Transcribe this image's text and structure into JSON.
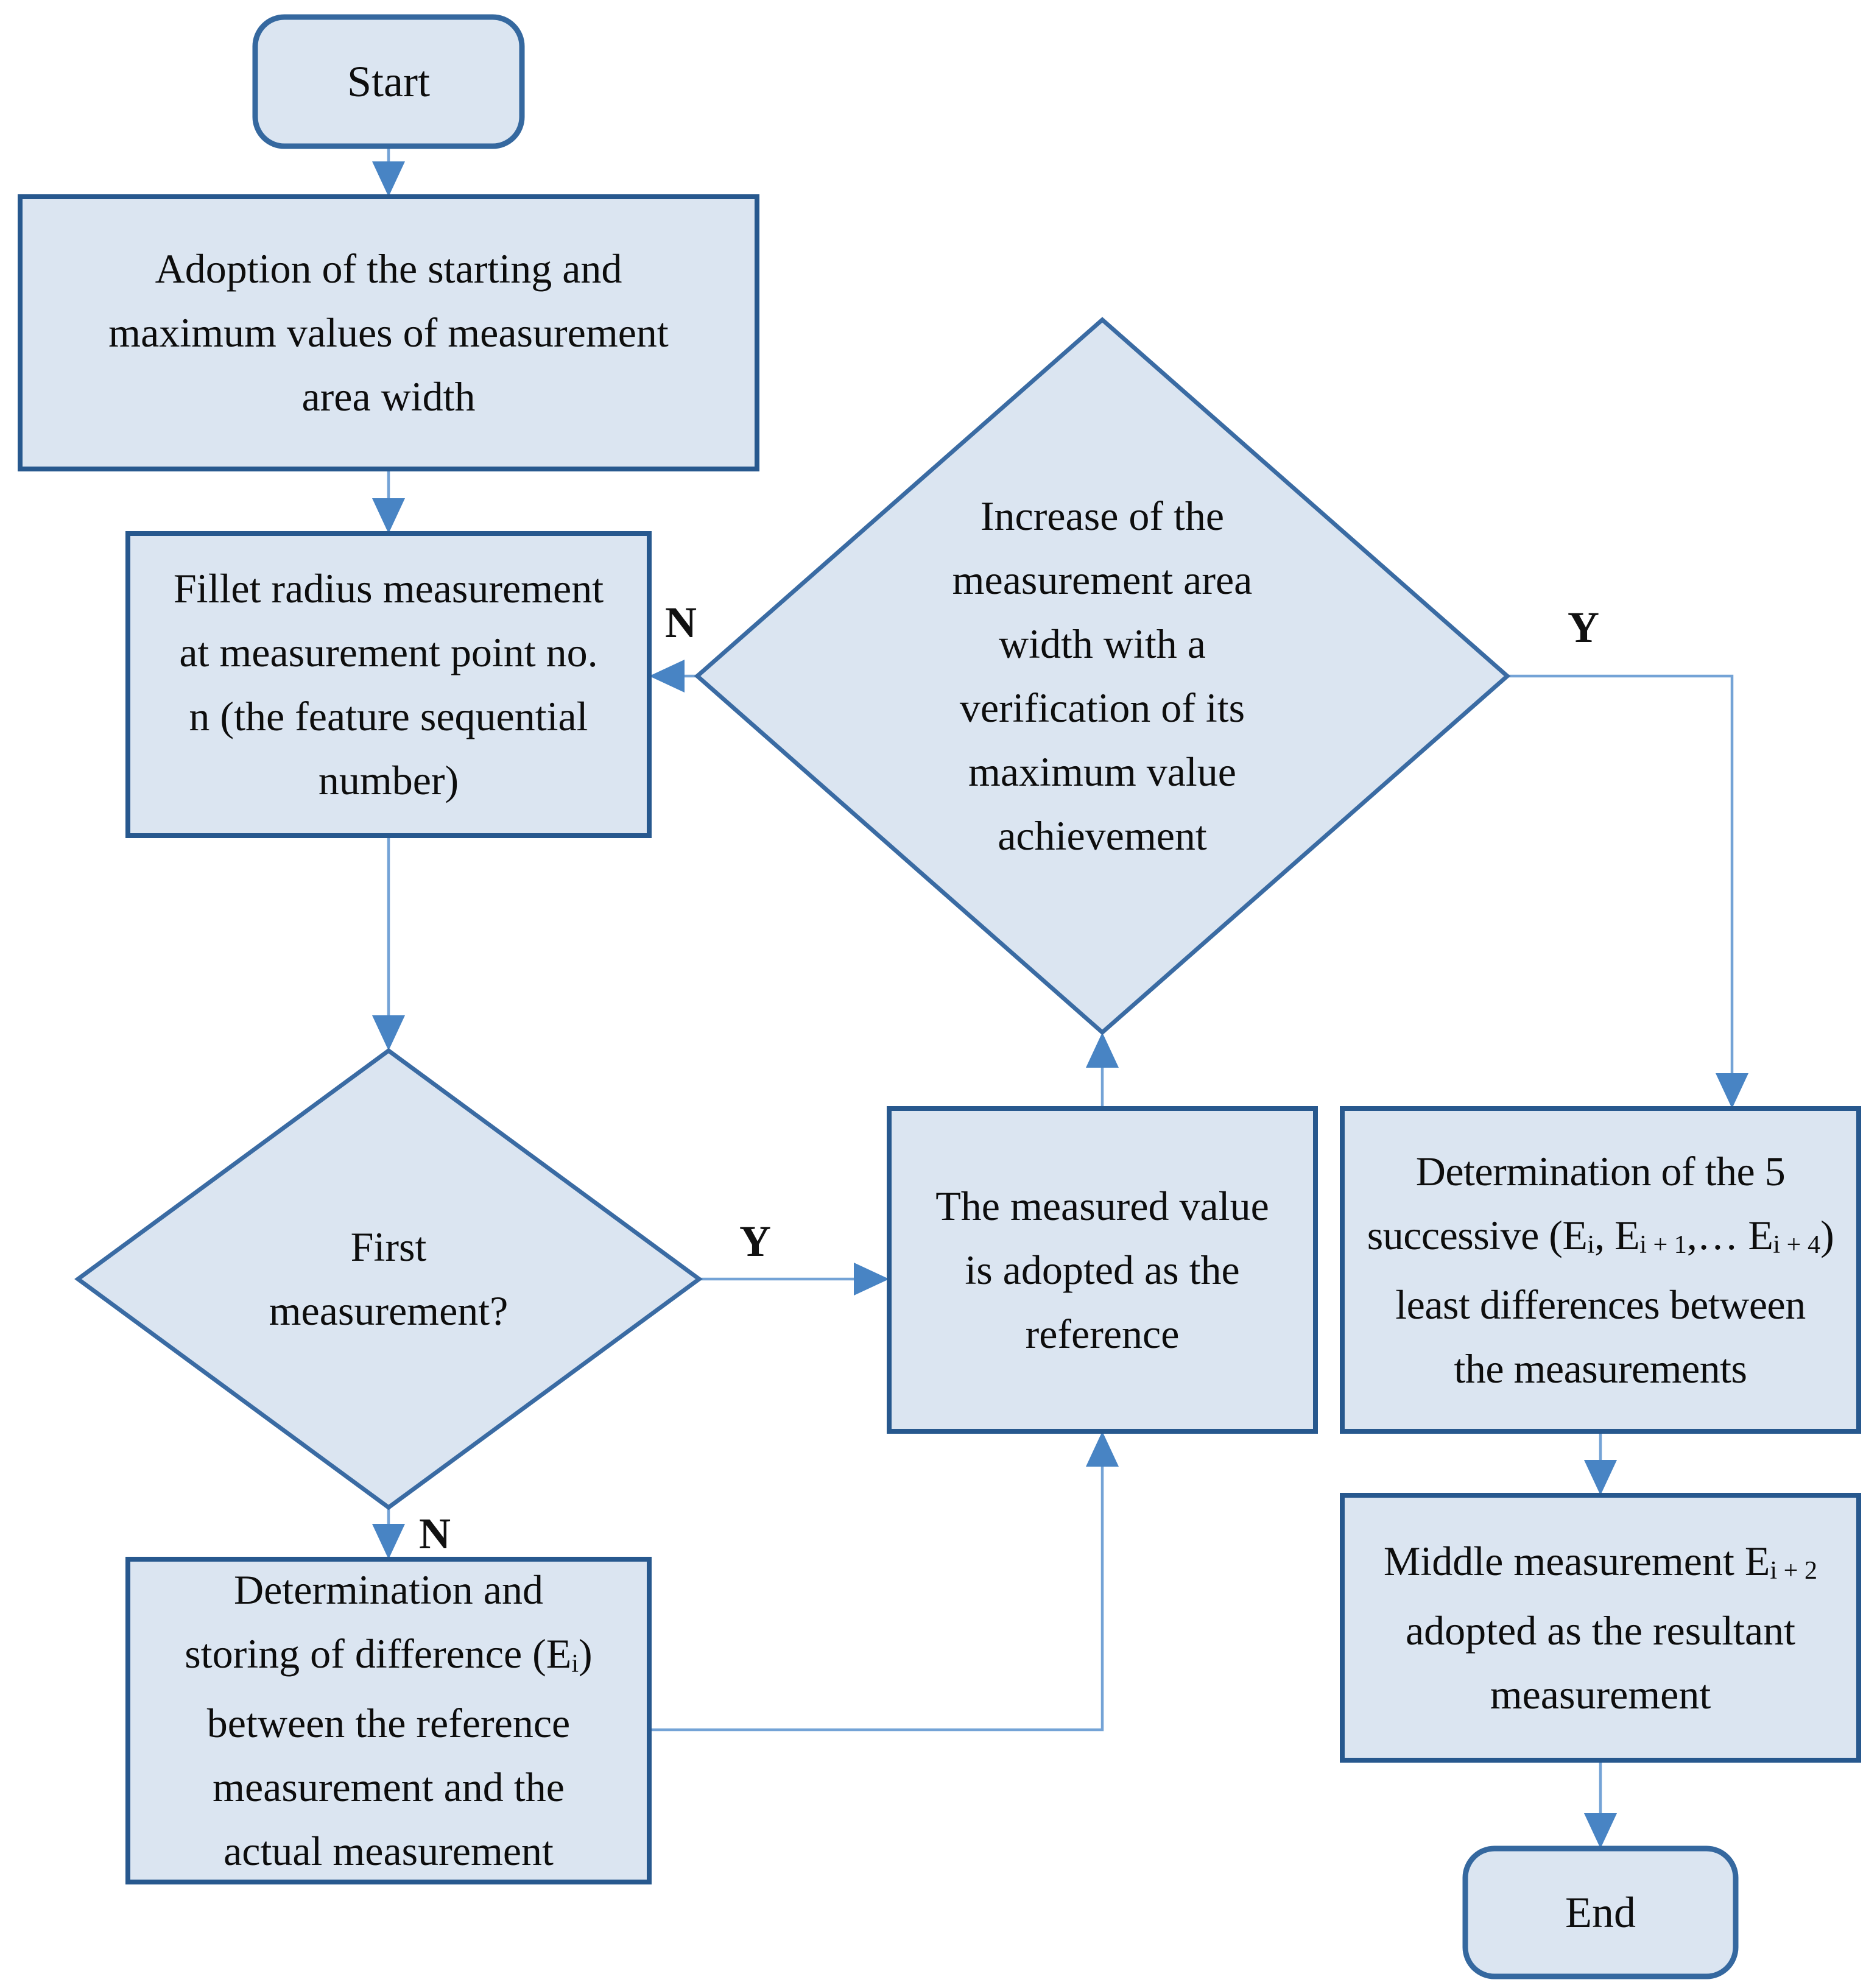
{
  "figure": {
    "type": "flowchart",
    "background": "#ffffff",
    "nodes": {
      "start": {
        "shape": "rounded-rect",
        "label": "Start"
      },
      "adoption": {
        "shape": "rect",
        "lines": [
          "Adoption of the starting and",
          "maximum values of measurement",
          "area width"
        ]
      },
      "fillet": {
        "shape": "rect",
        "lines": [
          "Fillet radius measurement",
          "at measurement point no.",
          "n (the feature sequential",
          "number)"
        ]
      },
      "increase": {
        "shape": "diamond",
        "lines": [
          "Increase of the",
          "measurement area",
          "width with a",
          "verification of its",
          "maximum value",
          "achievement"
        ]
      },
      "first": {
        "shape": "diamond",
        "lines": [
          "First",
          "measurement?"
        ]
      },
      "measured": {
        "shape": "rect",
        "lines": [
          "The measured value",
          "is adopted as the",
          "reference"
        ]
      },
      "det5": {
        "shape": "rect",
        "line1": "Determination of the 5",
        "line2": {
          "a": "successive (E",
          "sub1": "i",
          "b": ", E",
          "sub2": "i + 1",
          "c": ",… E",
          "sub3": "i + 4",
          "d": ")"
        },
        "line3": "least differences between",
        "line4": "the measurements"
      },
      "middle": {
        "shape": "rect",
        "line1": {
          "a": "Middle measurement E",
          "sub1": "i + 2"
        },
        "line2": "adopted as the resultant",
        "line3": "measurement"
      },
      "storing": {
        "shape": "rect",
        "line1": "Determination and",
        "line2": {
          "a": "storing of difference (E",
          "sub1": "i",
          "b": ")"
        },
        "line3": "between the reference",
        "line4": "measurement and the",
        "line5": "actual measurement"
      },
      "end": {
        "shape": "rounded-rect",
        "label": "End"
      }
    },
    "edge_labels": {
      "n_increase": "N",
      "y_increase": "Y",
      "y_first": "Y",
      "n_first": "N"
    },
    "colors": {
      "node_fill": "#dbe5f1",
      "rect_border": "#27588e",
      "diamond_border": "#3a6ba3",
      "terminal_border": "#35689f",
      "connector": "#74a3d6",
      "arrowhead": "#4884c4",
      "text": "#0d0d0d"
    }
  }
}
